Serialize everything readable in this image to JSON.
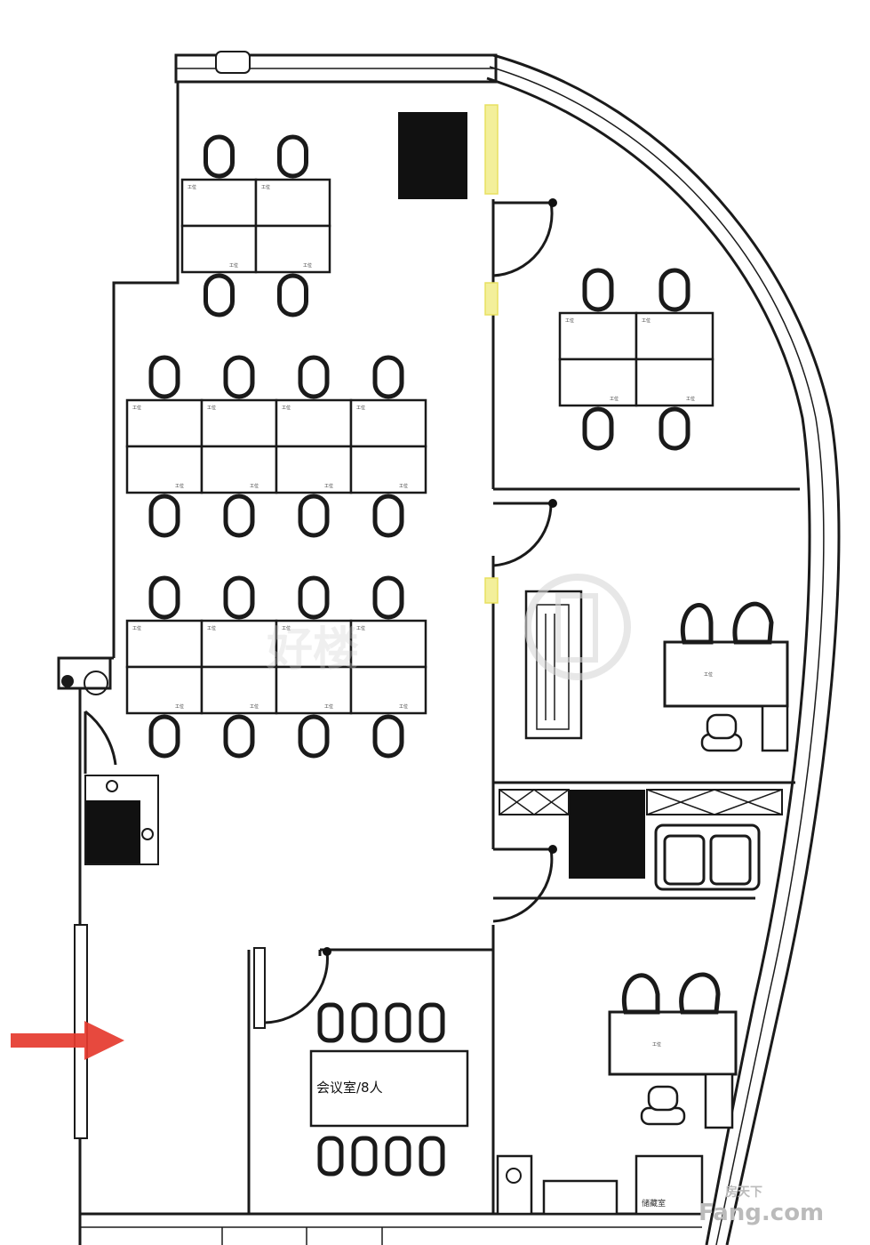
{
  "floor_plan": {
    "meeting_room_label": "会议室/8人",
    "desk_tag": "工位",
    "desk_small_tag": "工位",
    "side_room_label": "储藏室",
    "brand": {
      "small_text": "房天下",
      "main_text": "Fang.com"
    },
    "watermark_text": "好楼",
    "colors": {
      "wall": "#1a1a1a",
      "entrance_arrow": "#e53a2e",
      "door_highlight": "#e8e060",
      "background": "#ffffff"
    }
  }
}
